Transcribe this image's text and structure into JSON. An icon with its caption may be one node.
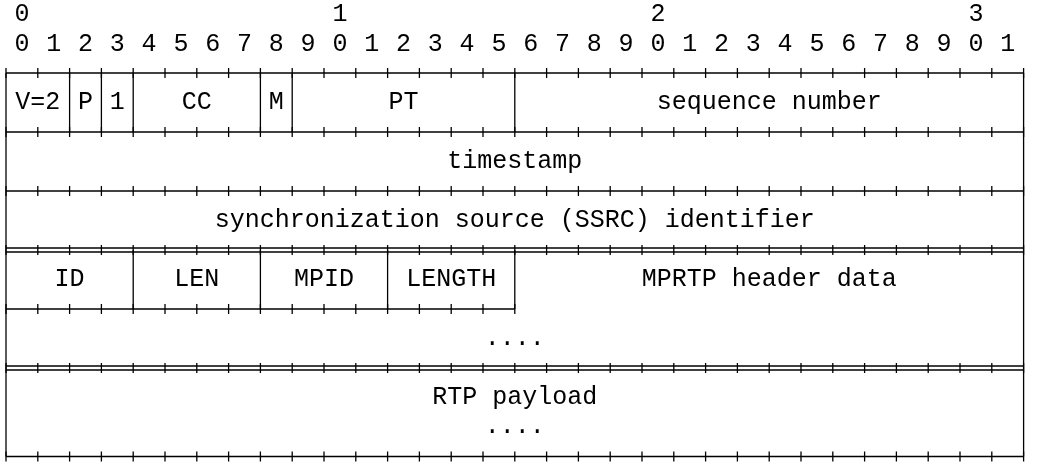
{
  "diagram": {
    "nodes": [
      {
        "text": [
          "V=2"
        ]
      },
      {
        "text": [
          "P"
        ]
      },
      {
        "text": [
          "1"
        ]
      },
      {
        "text": [
          "CC"
        ]
      },
      {
        "text": [
          "M"
        ]
      },
      {
        "text": [
          "PT"
        ]
      },
      {
        "text": [
          "sequence number"
        ]
      },
      {
        "text": [
          "timestamp"
        ]
      },
      {
        "text": [
          "synchronization source (SSRC) identifier"
        ]
      },
      {
        "text": [
          "ID"
        ]
      },
      {
        "text": [
          "LEN"
        ]
      },
      {
        "text": [
          "MPID"
        ]
      },
      {
        "text": [
          "LENGTH"
        ]
      },
      {
        "text": [
          "MPRTP header data"
        ]
      },
      {
        "text": [
          "...."
        ]
      },
      {
        "text": [
          "RTP payload",
          "...."
        ]
      }
    ],
    "labels": [
      "0",
      "1",
      "2",
      "3",
      "0",
      "1",
      "2",
      "3",
      "4",
      "5",
      "6",
      "7",
      "8",
      "9",
      "0",
      "1",
      "2",
      "3",
      "4",
      "5",
      "6",
      "7",
      "8",
      "9",
      "0",
      "1",
      "2",
      "3",
      "4",
      "5",
      "6",
      "7",
      "8",
      "9",
      "0",
      "1"
    ]
  }
}
